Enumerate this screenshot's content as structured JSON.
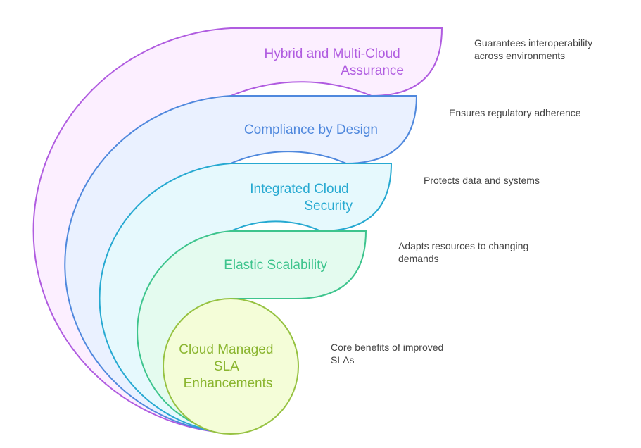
{
  "layers": [
    {
      "title_lines": [
        "Hybrid and Multi-Cloud",
        "Assurance"
      ],
      "description_lines": [
        "Guarantees interoperability",
        "across environments"
      ],
      "stroke": "#b05ce0",
      "fill": "#fcefff",
      "text_color": "#b05ce0"
    },
    {
      "title_lines": [
        "Compliance by Design"
      ],
      "description_lines": [
        "Ensures regulatory adherence"
      ],
      "stroke": "#4f88dd",
      "fill": "#eaf1ff",
      "text_color": "#4f88dd"
    },
    {
      "title_lines": [
        "Integrated Cloud",
        "Security"
      ],
      "description_lines": [
        "Protects data and systems"
      ],
      "stroke": "#26a9d1",
      "fill": "#e6f9fd",
      "text_color": "#26a9d1"
    },
    {
      "title_lines": [
        "Elastic Scalability"
      ],
      "description_lines": [
        "Adapts resources to changing",
        "demands"
      ],
      "stroke": "#3dc48d",
      "fill": "#e4fbef",
      "text_color": "#3dc48d"
    }
  ],
  "core": {
    "title_lines": [
      "Cloud Managed",
      "SLA",
      "Enhancements"
    ],
    "description_lines": [
      "Core benefits of improved",
      "SLAs"
    ],
    "stroke": "#96c241",
    "fill": "#f4fdd8",
    "text_color": "#8ab52f"
  }
}
